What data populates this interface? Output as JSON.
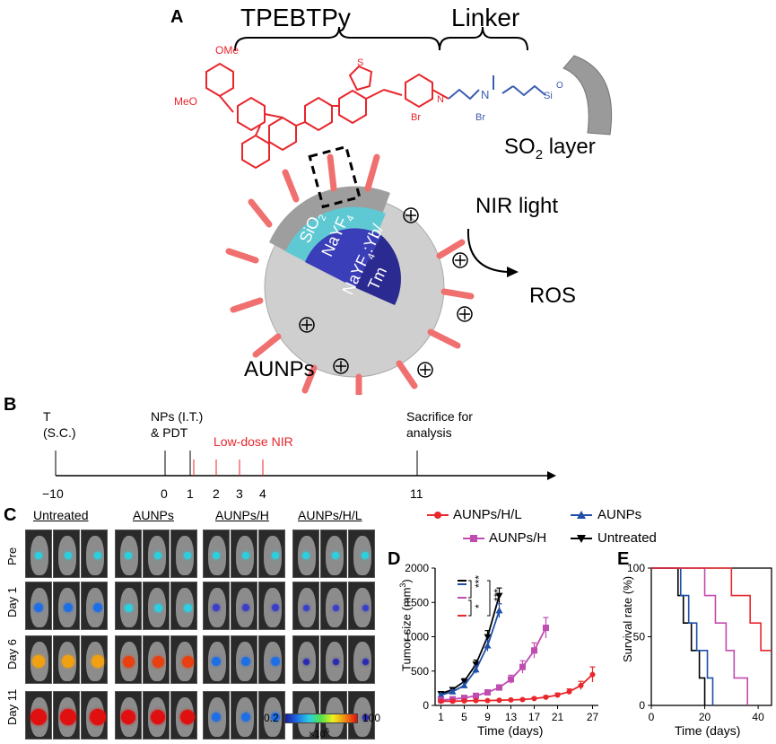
{
  "panel_a": {
    "letter": "A",
    "tpebtpy_label": "TPEBTPy",
    "linker_label": "Linker",
    "ome_top": "OMe",
    "meo_left": "MeO",
    "s_label": "S",
    "n_label": "N",
    "br1": "Br",
    "br2": "Br",
    "nplus": "N",
    "si_label": "Si",
    "o_label": "O",
    "so2_layer": "SO",
    "so2_sub": "2",
    "so2_rest": " layer",
    "sio2": "SiO",
    "sio2_sub": "2",
    "nayf4": "NaYF",
    "nayf4_sub": "4",
    "core1": "NaYF",
    "core1_sub": "4",
    "core1_rest": ":Yb/",
    "core2": "Tm",
    "nir_light": "NIR light",
    "ros": "ROS",
    "aunps": "AUNPs"
  },
  "panel_b": {
    "letter": "B",
    "t_label": "T",
    "sc_label": "(S.C.)",
    "nps_label": "NPs (I.T.)",
    "pdt_label": "& PDT",
    "low_dose": "Low-dose NIR",
    "sacrifice1": "Sacrifice for",
    "sacrifice2": "analysis",
    "ticks": [
      "−10",
      "0",
      "1",
      "2",
      "3",
      "4",
      "11"
    ]
  },
  "panel_c": {
    "letter": "C",
    "groups": [
      "Untreated",
      "AUNPs",
      "AUNPs/H",
      "AUNPs/H/L"
    ],
    "rows": [
      "Pre",
      "Day 1",
      "Day 6",
      "Day 11"
    ],
    "scale_min": "0.2",
    "scale_max": "100",
    "scale_unit": "×10",
    "scale_exp": "6"
  },
  "legend": {
    "items": [
      "AUNPs/H/L",
      "AUNPs/H",
      "AUNPs",
      "Untreated"
    ],
    "colors": [
      "#e8262b",
      "#c04cb0",
      "#1f4fa8",
      "#000000"
    ]
  },
  "panel_d": {
    "letter": "D",
    "ylabel": "Tumor size (mm",
    "ylabel_sup": "3",
    "ylabel_end": ")",
    "xlabel": "Time (days)",
    "sig1": "***",
    "sig2": "*",
    "sig3": "***"
  },
  "panel_e": {
    "letter": "E",
    "ylabel": "Survival rate (%)",
    "xlabel": "Time (days)"
  },
  "chart_data": [
    {
      "type": "line",
      "x_ticks": [
        1,
        5,
        9,
        13,
        17,
        21,
        27
      ],
      "xlabel": "Time (days)",
      "ylabel": "Tumor size (mm3)",
      "ylim": [
        0,
        2000
      ],
      "y_ticks": [
        0,
        500,
        1000,
        1500,
        2000
      ],
      "series": [
        {
          "name": "Untreated",
          "color": "#000000",
          "marker": "down-triangle",
          "x": [
            1,
            3,
            5,
            7,
            9,
            11
          ],
          "y": [
            170,
            230,
            350,
            600,
            1000,
            1600
          ],
          "err": [
            20,
            30,
            40,
            60,
            90,
            110
          ]
        },
        {
          "name": "AUNPs",
          "color": "#1f4fa8",
          "marker": "up-triangle",
          "x": [
            1,
            3,
            5,
            7,
            9,
            11
          ],
          "y": [
            150,
            200,
            290,
            520,
            870,
            1380
          ],
          "err": [
            20,
            25,
            35,
            55,
            80,
            100
          ]
        },
        {
          "name": "AUNPs/H",
          "color": "#c04cb0",
          "marker": "square",
          "x": [
            1,
            3,
            5,
            7,
            9,
            11,
            13,
            15,
            17,
            19
          ],
          "y": [
            80,
            90,
            110,
            140,
            190,
            260,
            380,
            560,
            800,
            1130
          ],
          "err": [
            10,
            10,
            15,
            20,
            25,
            40,
            60,
            90,
            110,
            150
          ]
        },
        {
          "name": "AUNPs/H/L",
          "color": "#e8262b",
          "marker": "circle",
          "x": [
            1,
            3,
            5,
            7,
            9,
            11,
            13,
            15,
            17,
            19,
            21,
            23,
            25,
            27
          ],
          "y": [
            60,
            60,
            65,
            70,
            70,
            75,
            80,
            85,
            100,
            120,
            150,
            200,
            290,
            450
          ],
          "err": [
            5,
            5,
            5,
            5,
            5,
            8,
            10,
            10,
            15,
            20,
            30,
            40,
            60,
            110
          ]
        }
      ]
    },
    {
      "type": "line",
      "xlabel": "Time (days)",
      "ylabel": "Survival rate (%)",
      "ylim": [
        0,
        100
      ],
      "xlim": [
        0,
        45
      ],
      "x_ticks": [
        0,
        20,
        40
      ],
      "y_ticks": [
        0,
        50,
        100
      ],
      "series": [
        {
          "name": "Untreated",
          "color": "#000000",
          "steps": [
            [
              0,
              100
            ],
            [
              10,
              100
            ],
            [
              10,
              80
            ],
            [
              12,
              80
            ],
            [
              12,
              60
            ],
            [
              15,
              60
            ],
            [
              15,
              40
            ],
            [
              18,
              40
            ],
            [
              18,
              20
            ],
            [
              20,
              20
            ],
            [
              20,
              0
            ]
          ]
        },
        {
          "name": "AUNPs",
          "color": "#1f4fa8",
          "steps": [
            [
              0,
              100
            ],
            [
              11,
              100
            ],
            [
              11,
              80
            ],
            [
              14,
              80
            ],
            [
              14,
              60
            ],
            [
              17,
              60
            ],
            [
              17,
              40
            ],
            [
              21,
              40
            ],
            [
              21,
              20
            ],
            [
              23,
              20
            ],
            [
              23,
              0
            ]
          ]
        },
        {
          "name": "AUNPs/H",
          "color": "#c04cb0",
          "steps": [
            [
              0,
              100
            ],
            [
              20,
              100
            ],
            [
              20,
              80
            ],
            [
              24,
              80
            ],
            [
              24,
              60
            ],
            [
              28,
              60
            ],
            [
              28,
              40
            ],
            [
              31,
              40
            ],
            [
              31,
              20
            ],
            [
              36,
              20
            ],
            [
              36,
              0
            ]
          ]
        },
        {
          "name": "AUNPs/H/L",
          "color": "#e8262b",
          "steps": [
            [
              0,
              100
            ],
            [
              30,
              100
            ],
            [
              30,
              80
            ],
            [
              37,
              80
            ],
            [
              37,
              60
            ],
            [
              41,
              60
            ],
            [
              41,
              40
            ],
            [
              45,
              40
            ]
          ]
        }
      ]
    }
  ]
}
